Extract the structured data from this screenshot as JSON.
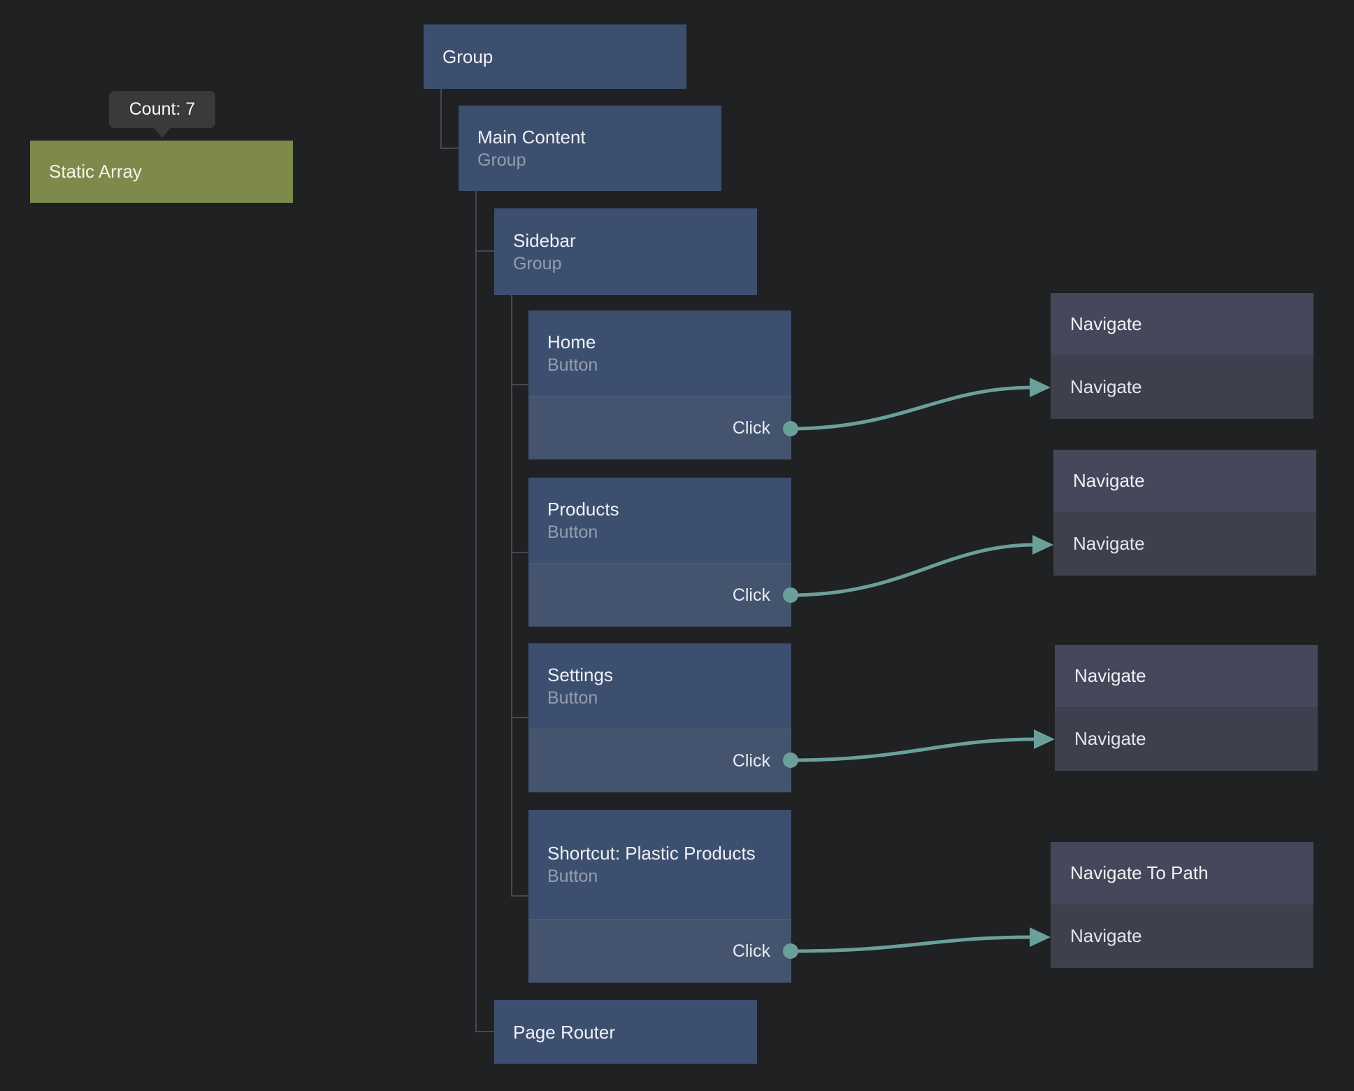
{
  "graph": {
    "tooltip": {
      "text": "Count: 7"
    },
    "static_node": {
      "title": "Static Array"
    },
    "tree_nodes": [
      {
        "title": "Group"
      },
      {
        "title": "Main Content",
        "subtitle": "Group"
      },
      {
        "title": "Sidebar",
        "subtitle": "Group"
      },
      {
        "title": "Home",
        "subtitle": "Button",
        "port": "Click"
      },
      {
        "title": "Products",
        "subtitle": "Button",
        "port": "Click"
      },
      {
        "title": "Settings",
        "subtitle": "Button",
        "port": "Click"
      },
      {
        "title": "Shortcut: Plastic Products",
        "subtitle": "Button",
        "port": "Click"
      },
      {
        "title": "Page Router"
      }
    ],
    "action_nodes": [
      {
        "title": "Navigate",
        "port": "Navigate"
      },
      {
        "title": "Navigate",
        "port": "Navigate"
      },
      {
        "title": "Navigate",
        "port": "Navigate"
      },
      {
        "title": "Navigate To Path",
        "port": "Navigate"
      }
    ],
    "colors": {
      "background": "#1f2123",
      "tree_node": "#3d4f6f",
      "tree_node_port_section": "#44536e",
      "action_node_header": "#45475a",
      "action_node_body": "#3e404e",
      "static_node": "#7d8a4c",
      "edge_teal": "#6ba09a",
      "connector_gray": "#48494c",
      "tooltip_bg": "#3a3a3c"
    }
  }
}
